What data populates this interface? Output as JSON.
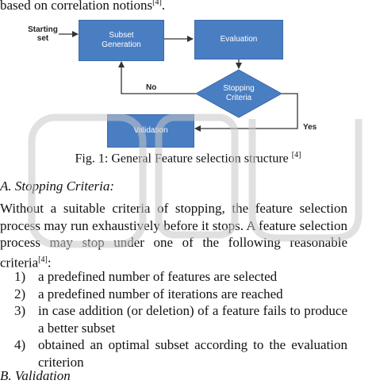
{
  "top_text": "based on correlation notions",
  "top_ref": "[4]",
  "diagram": {
    "start_label_1": "Starting",
    "start_label_2": "set",
    "subset_generation_1": "Subset",
    "subset_generation_2": "Generation",
    "evaluation": "Evaluation",
    "stopping_1": "Stopping",
    "stopping_2": "Criteria",
    "validation": "Validation",
    "no_label": "No",
    "yes_label": "Yes"
  },
  "caption": "Fig. 1: General Feature selection structure ",
  "caption_ref": "[4]",
  "section_heading": "A.   Stopping Criteria:",
  "paragraph": "Without a suitable criteria of stopping, the feature selection process may run exhaustively before it stops. A feature selection process may stop under one of the following reasonable criteria",
  "paragraph_ref": "[4]",
  "paragraph_end": ":",
  "list": [
    {
      "num": "1)",
      "text": "a predefined number of features are selected"
    },
    {
      "num": "2)",
      "text": "a predefined number of iterations are reached"
    },
    {
      "num": "3)",
      "text": "in case addition (or deletion) of a feature fails to produce a better subset"
    },
    {
      "num": "4)",
      "text": "obtained an optimal subset according to the evaluation criterion"
    }
  ],
  "bottom_text": "B.   Validation",
  "colors": {
    "node_fill": "#4a7ec2",
    "node_border": "#3c6aa8",
    "watermark": "#c8c8c8"
  }
}
